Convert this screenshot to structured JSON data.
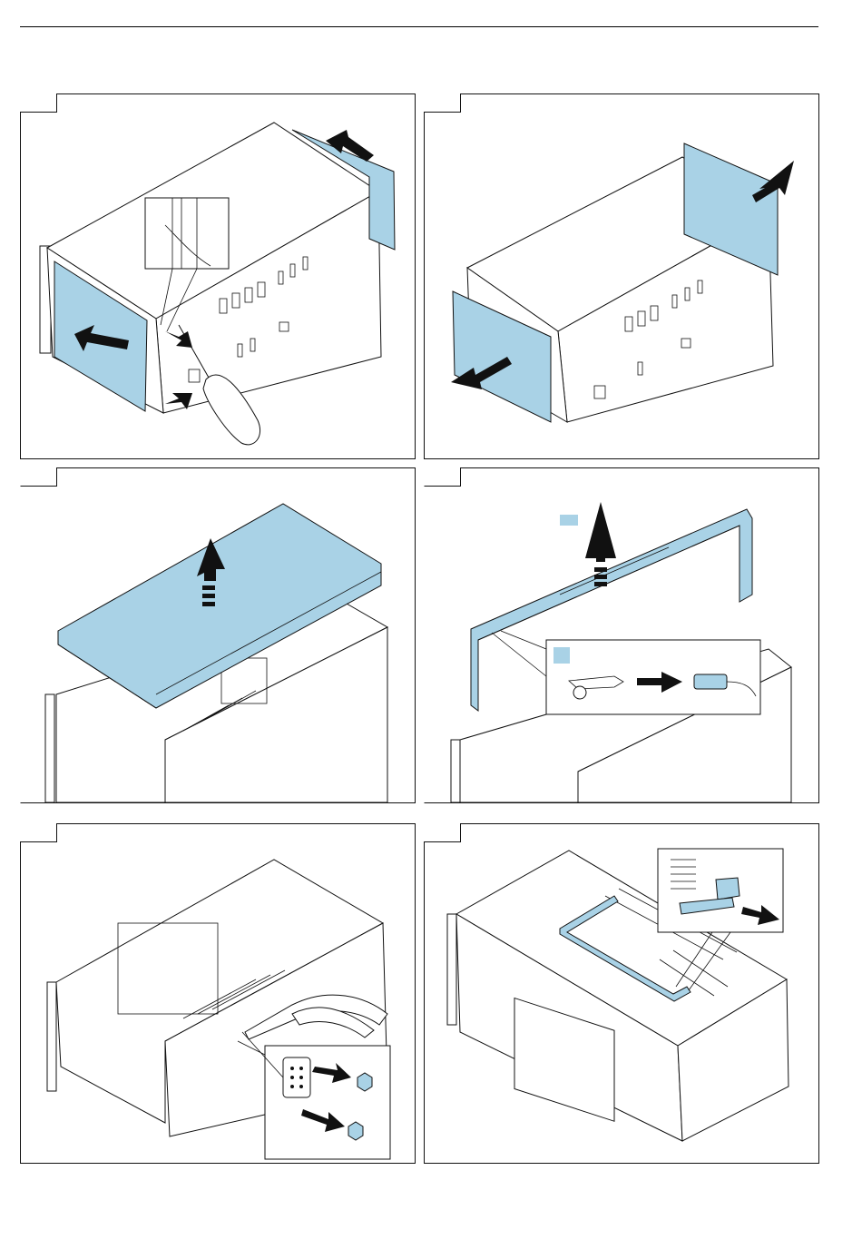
{
  "colors": {
    "accent": "#a9d2e6",
    "line": "#111111",
    "paper": "#ffffff"
  },
  "panels": [
    {
      "step": "",
      "illustration": "remove-side-panels-with-screwdriver"
    },
    {
      "step": "",
      "illustration": "slide-out-side-panels"
    },
    {
      "step": "",
      "illustration": "lift-top-cover"
    },
    {
      "step": "",
      "illustration": "disconnect-ground-cable"
    },
    {
      "step": "",
      "illustration": "remove-connector-nuts"
    },
    {
      "step": "",
      "illustration": "unplug-ribbon-cable"
    }
  ]
}
